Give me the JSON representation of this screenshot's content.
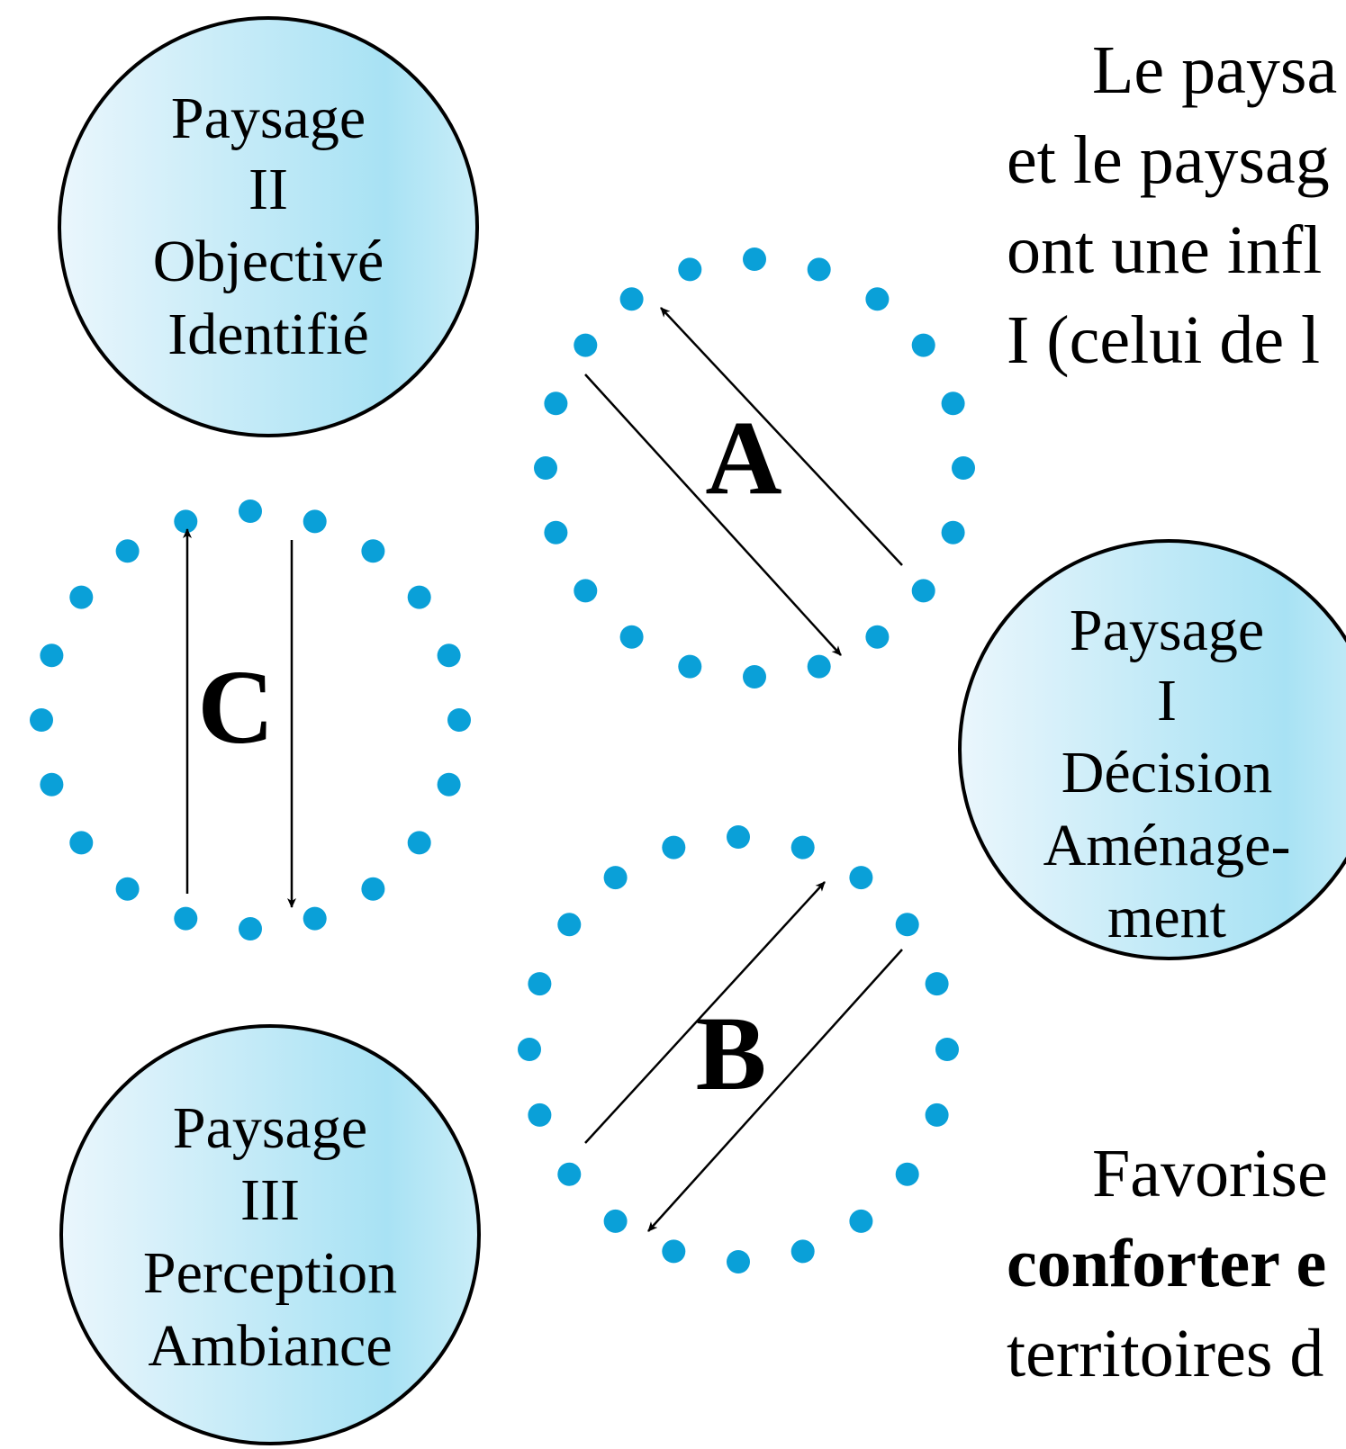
{
  "nodes": {
    "paysage_ii": [
      "Paysage",
      "II",
      "Objectivé",
      "Identifié"
    ],
    "paysage_i": [
      "Paysage",
      "I",
      "Décision",
      "Aménage-",
      "ment"
    ],
    "paysage_iii": [
      "Paysage",
      "III",
      "Perception",
      "Ambiance"
    ]
  },
  "loops": {
    "a": "A",
    "b": "B",
    "c": "C"
  },
  "side_text_top": [
    "Le paysa",
    "et le paysag",
    "ont une infl",
    "I (celui de l"
  ],
  "side_text_bottom": [
    "Favorise",
    "conforter e",
    "territoires d"
  ],
  "colors": {
    "dot": "#0aa0d8",
    "circle_fill_light": "#eaf6fc",
    "circle_fill_dark": "#a8e2f4",
    "stroke": "#000000"
  }
}
